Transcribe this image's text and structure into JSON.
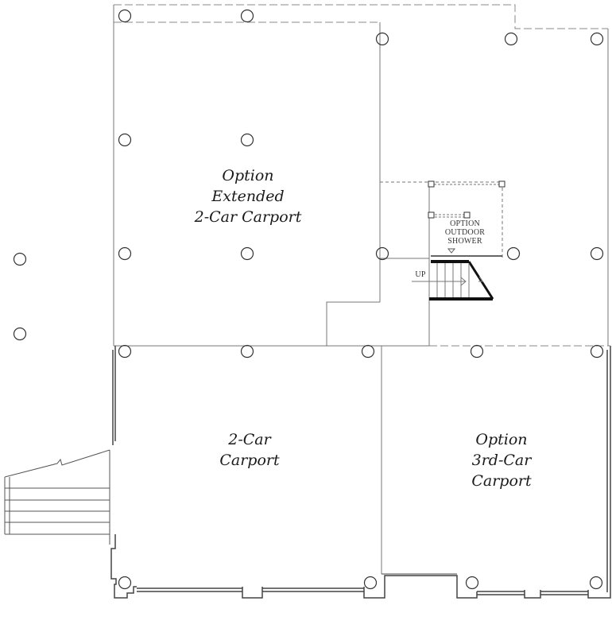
{
  "rooms": {
    "extended_carport": {
      "line1": "Option",
      "line2": "Extended",
      "line3": "2-Car Carport"
    },
    "two_car_carport": {
      "line1": "2-Car",
      "line2": "Carport"
    },
    "third_car_carport": {
      "line1": "Option",
      "line2": "3rd-Car",
      "line3": "Carport"
    }
  },
  "fixtures": {
    "outdoor_shower": {
      "line1": "OPTION",
      "line2": "OUTDOOR",
      "line3": "SHOWER"
    },
    "stair_direction": "UP"
  },
  "colors": {
    "wall": "#555555",
    "thin_line": "#888888",
    "pier": "#333333",
    "stair_solid": "#111111"
  }
}
